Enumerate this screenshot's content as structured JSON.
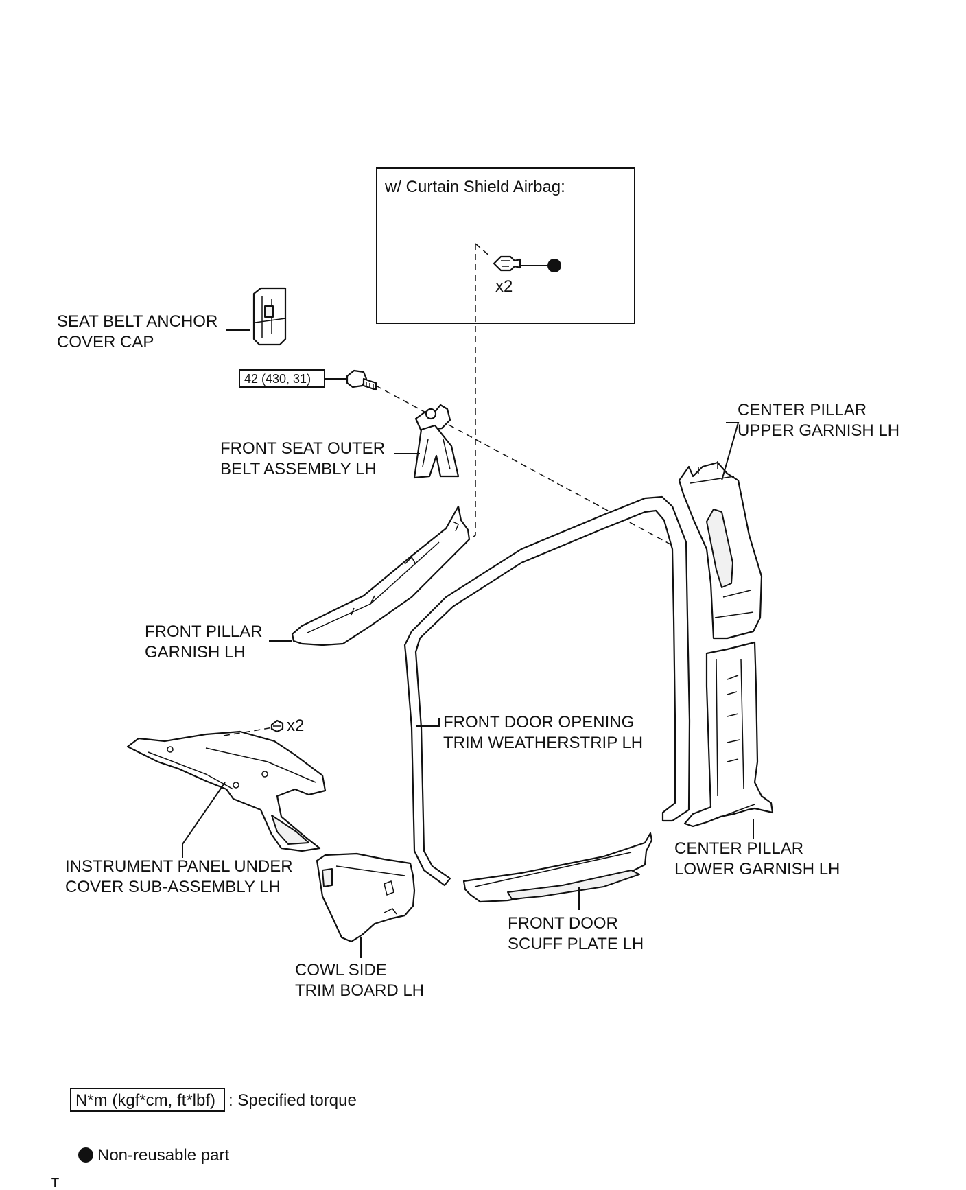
{
  "inset": {
    "title": "w/ Curtain Shield Airbag:",
    "qty": "x2"
  },
  "labels": {
    "seat_belt_anchor_cover_cap": [
      "SEAT BELT ANCHOR",
      "COVER CAP"
    ],
    "front_seat_outer_belt_assembly": [
      "FRONT SEAT OUTER",
      "BELT ASSEMBLY LH"
    ],
    "front_pillar_garnish": [
      "FRONT PILLAR",
      "GARNISH LH"
    ],
    "instrument_panel_under_cover": [
      "INSTRUMENT PANEL UNDER",
      "COVER SUB-ASSEMBLY LH"
    ],
    "cowl_side_trim_board": [
      "COWL SIDE",
      "TRIM BOARD LH"
    ],
    "front_door_opening_weatherstrip": [
      "FRONT DOOR OPENING",
      "TRIM WEATHERSTRIP LH"
    ],
    "front_door_scuff_plate": [
      "FRONT DOOR",
      "SCUFF PLATE LH"
    ],
    "center_pillar_upper_garnish": [
      "CENTER PILLAR",
      "UPPER GARNISH LH"
    ],
    "center_pillar_lower_garnish": [
      "CENTER PILLAR",
      "LOWER GARNISH LH"
    ]
  },
  "torque_spec": "42 (430, 31)",
  "clip_qty": "x2",
  "legend": {
    "torque_box": "N*m (kgf*cm, ft*lbf)",
    "torque_text": ": Specified torque",
    "nonreusable_text": "Non-reusable part"
  },
  "corner_mark": "T"
}
